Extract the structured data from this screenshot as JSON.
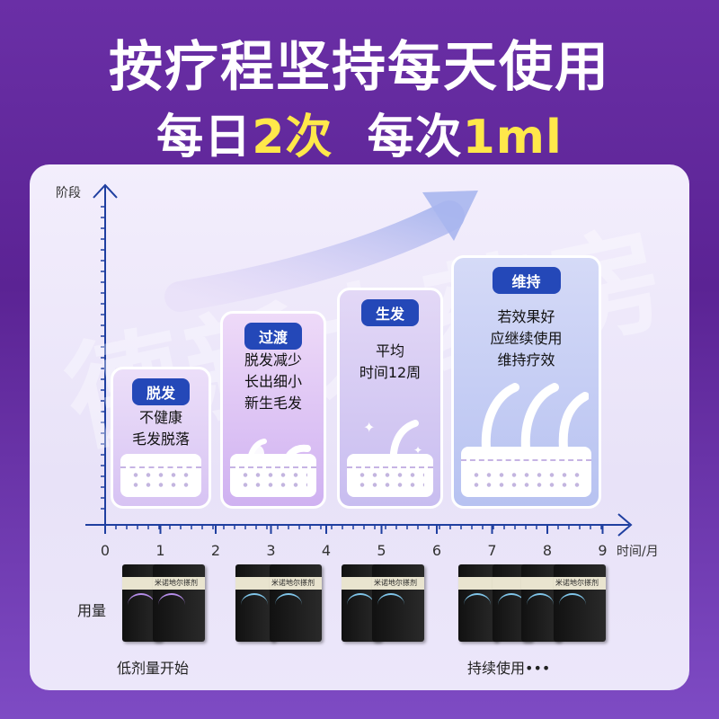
{
  "header": {
    "title": "按疗程坚持每天使用",
    "subtitle_prefix": "每日",
    "subtitle_highlight": "2次",
    "subtitle_mid": "每次",
    "subtitle_highlight2": "1ml"
  },
  "watermark": "德新大药房",
  "chart": {
    "y_axis_label": "阶段",
    "x_axis_label": "时间/月",
    "x_ticks": [
      "0",
      "1",
      "2",
      "3",
      "4",
      "5",
      "6",
      "7",
      "8",
      "9"
    ]
  },
  "stages": [
    {
      "badge": "脱发",
      "lines": [
        "不健康",
        "毛发脱落"
      ]
    },
    {
      "badge": "过渡",
      "lines": [
        "脱发减少",
        "长出细小",
        "新生毛发"
      ]
    },
    {
      "badge": "生发",
      "lines": [
        "平均",
        "时间12周"
      ]
    },
    {
      "badge": "维持",
      "lines": [
        "若效果好",
        "应继续使用",
        "维持疗效"
      ]
    }
  ],
  "dosage": {
    "label": "用量",
    "box_text": "米诺地尔搽剂",
    "left_caption": "低剂量开始",
    "right_caption": "持续使用•••"
  },
  "colors": {
    "background": "#5b2394",
    "highlight": "#ffe84a",
    "badge": "#2448b8",
    "stage1": "#dcc9f5",
    "stage4": "#bcc6f2"
  }
}
